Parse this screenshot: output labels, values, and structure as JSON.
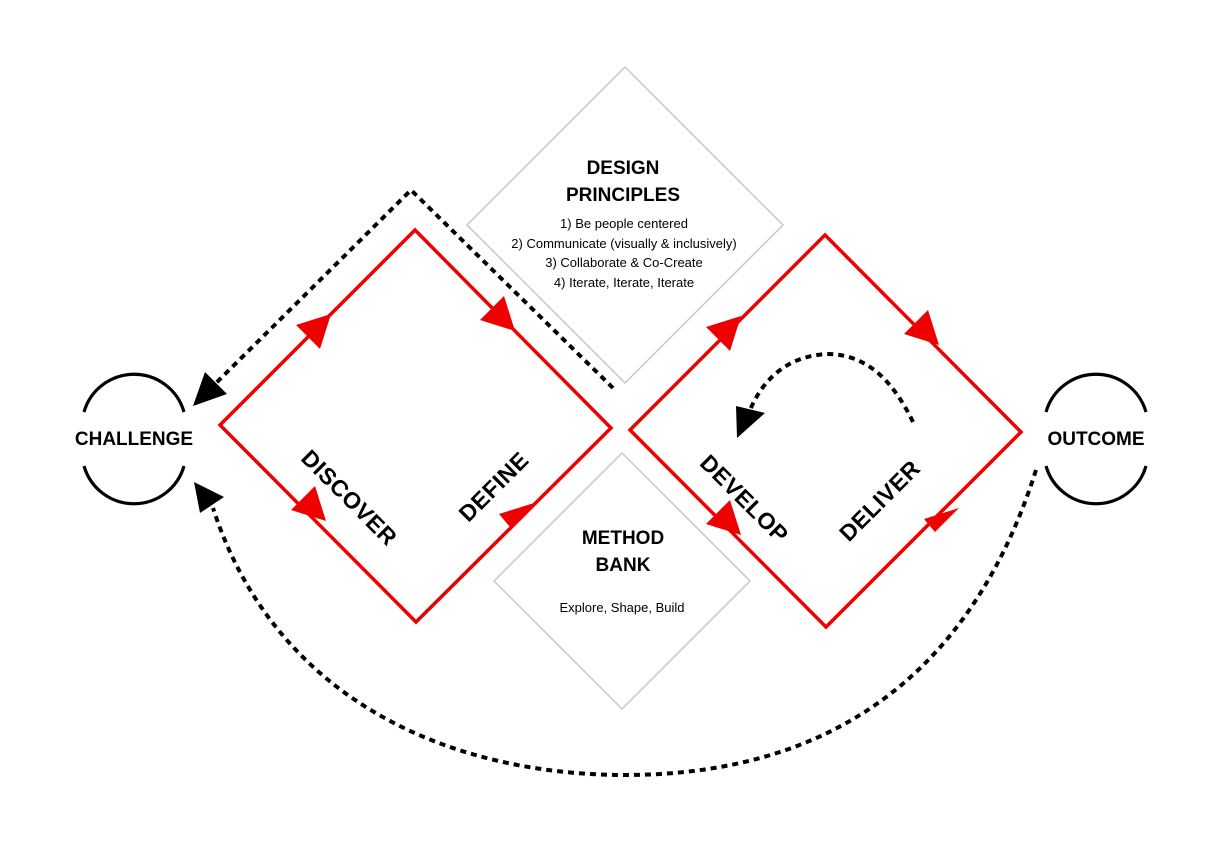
{
  "diagram": {
    "nodes": {
      "challenge": "CHALLENGE",
      "outcome": "OUTCOME"
    },
    "phases": {
      "discover": "DISCOVER",
      "define": "DEFINE",
      "develop": "DEVELOP",
      "deliver": "DELIVER"
    },
    "design_principles": {
      "title_line1": "DESIGN",
      "title_line2": "PRINCIPLES",
      "items": [
        "1) Be people centered",
        "2) Communicate (visually & inclusively)",
        "3) Collaborate & Co-Create",
        "4) Iterate, Iterate, Iterate"
      ]
    },
    "method_bank": {
      "title_line1": "METHOD",
      "title_line2": "BANK",
      "body": "Explore, Shape, Build"
    },
    "colors": {
      "diamond_stroke": "#ee0000",
      "box_stroke": "#c8c8c8",
      "feedback_arrows": "#000000",
      "text": "#000000"
    }
  }
}
